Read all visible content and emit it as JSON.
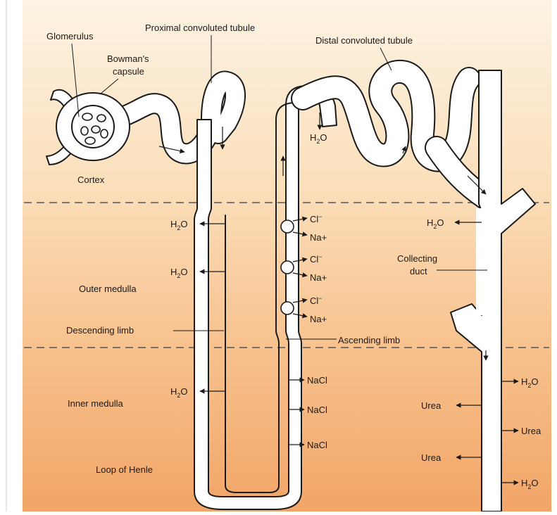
{
  "labels": {
    "glomerulus": "Glomerulus",
    "proximal": "Proximal convoluted tubule",
    "bowmans_line1": "Bowman's",
    "bowmans_line2": "capsule",
    "distal": "Distal convoluted tubule",
    "cortex": "Cortex",
    "outer_medulla": "Outer medulla",
    "descending_limb": "Descending limb",
    "ascending_limb": "Ascending limb",
    "inner_medulla": "Inner medulla",
    "loop_of_henle": "Loop of Henle",
    "collecting_line1": "Collecting",
    "collecting_line2": "duct"
  },
  "substances": {
    "water_h": "H",
    "water_sub": "2",
    "water_o": "O",
    "chloride": "Cl",
    "chloride_charge": "−",
    "sodium": "Na+",
    "sodium_chloride": "NaCl",
    "urea": "Urea"
  },
  "colors": {
    "background_top": "#fdf1df",
    "background_bottom": "#f2a567",
    "outline": "#1a1a1a",
    "tube_fill": "#ffffff"
  }
}
